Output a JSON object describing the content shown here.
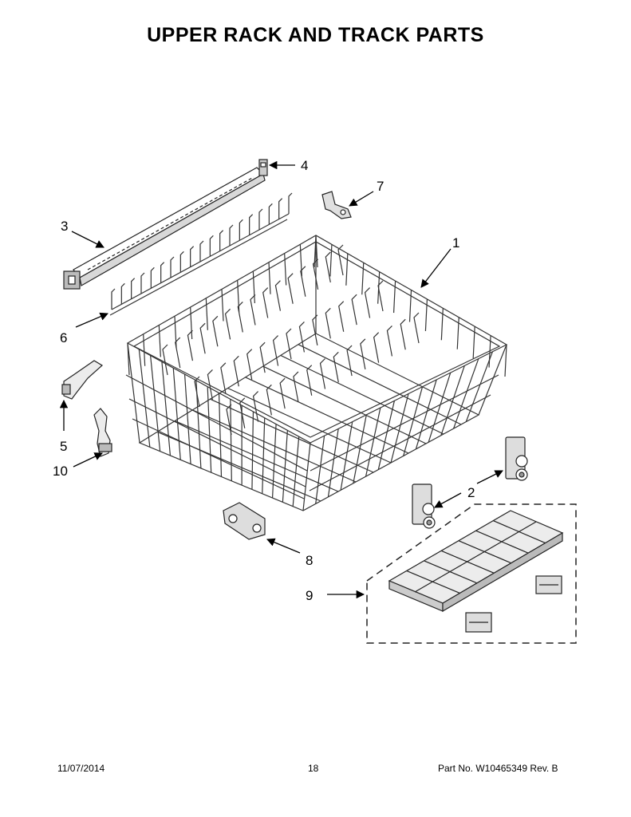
{
  "title": "UPPER RACK AND TRACK PARTS",
  "callouts": [
    "1",
    "2",
    "3",
    "4",
    "5",
    "6",
    "7",
    "8",
    "9",
    "10"
  ],
  "footer": {
    "date": "11/07/2014",
    "page": "18",
    "part": "Part No.  W10465349  Rev.  B"
  }
}
